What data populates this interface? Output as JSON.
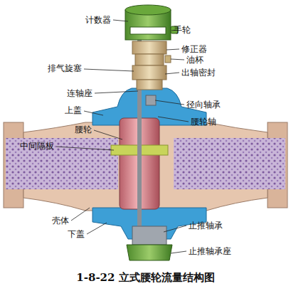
{
  "diagram": {
    "caption": "1-8-22 立式腰轮流量结构图",
    "labels": [
      "计数器",
      "手轮",
      "修正器",
      "油杯",
      "排气旋塞",
      "出轴密封",
      "连轴座",
      "径向轴承",
      "上盖",
      "腰轮轴",
      "腰轮",
      "中间隔板",
      "壳体",
      "下盖",
      "止推轴承",
      "止推轴承座"
    ]
  }
}
